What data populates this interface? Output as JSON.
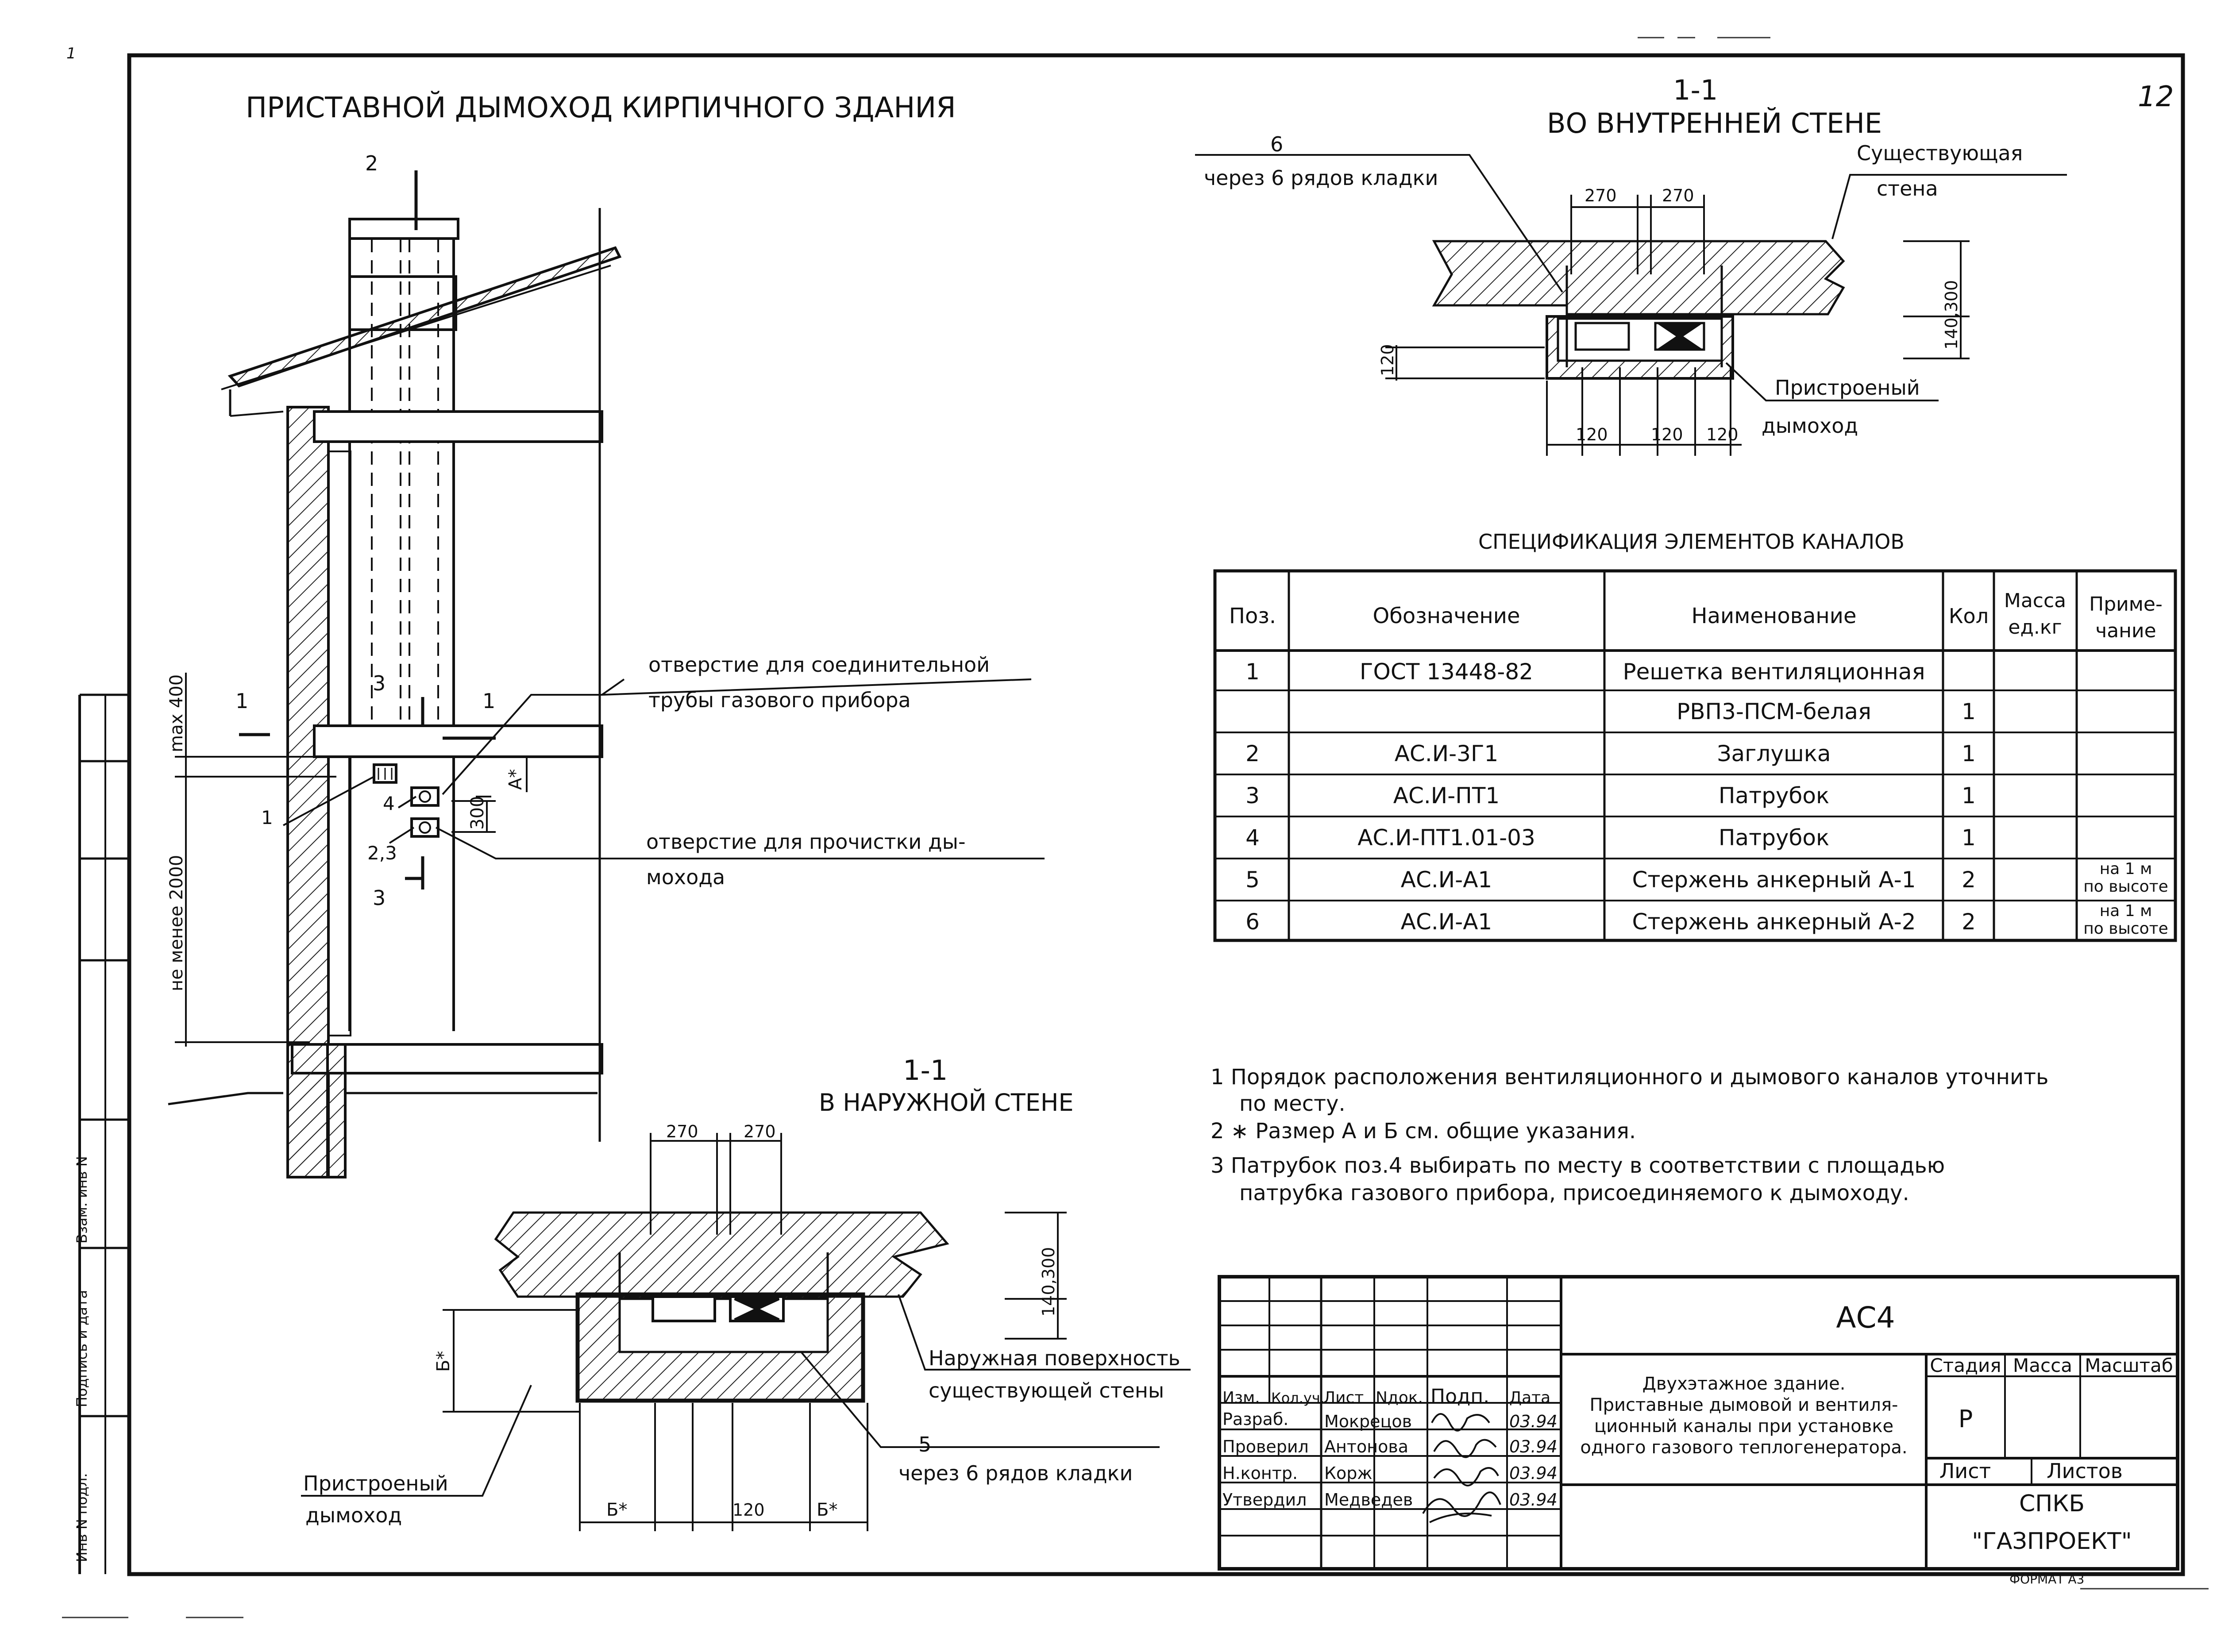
{
  "page_number": "12",
  "corner_mark": "1",
  "main_drawing": {
    "title": "ПРИСТАВНОЙ ДЫМОХОД КИРПИЧНОГО ЗДАНИЯ",
    "cut_2": "2",
    "cut_1_left": "1",
    "cut_1_right": "1",
    "cut_3_top": "3",
    "cut_3_bottom": "3",
    "dim_max": "max 400",
    "dim_min": "не менее 2000",
    "dim_a": "А*",
    "dim_300": "300",
    "callout_1": "1",
    "callout_4": "4",
    "callout_23": "2,3",
    "note_connection_1": "отверстие для соединительной",
    "note_connection_2": "трубы газового прибора",
    "note_cleaning_1": "отверстие для прочистки ды-",
    "note_cleaning_2": "мохода"
  },
  "section_inner": {
    "number": "1-1",
    "title": "ВО ВНУТРЕННЕЙ СТЕНЕ",
    "pos6": "6",
    "pos6_note": "через 6 рядов кладки",
    "existing_wall_1": "Существующая",
    "existing_wall_2": "стена",
    "dim_270a": "270",
    "dim_270b": "270",
    "dim_side": "140,300",
    "dim_120_left": "120",
    "dim_120a": "120",
    "dim_120b": "120",
    "dim_120c": "120",
    "chimney_1": "Пристроеный",
    "chimney_2": "дымоход"
  },
  "section_outer": {
    "number": "1-1",
    "title": "В НАРУЖНОЙ СТЕНЕ",
    "dim_270a": "270",
    "dim_270b": "270",
    "dim_side": "140,300",
    "dim_b": "Б*",
    "dim_b_left": "Б*",
    "dim_120": "120",
    "dim_b_right": "Б*",
    "outer_surface_1": "Наружная поверхность",
    "outer_surface_2": "существующей стены",
    "pos5": "5",
    "pos5_note": "через 6 рядов кладки",
    "chimney_1": "Пристроеный",
    "chimney_2": "дымоход"
  },
  "spec": {
    "title": "СПЕЦИФИКАЦИЯ ЭЛЕМЕНТОВ КАНАЛОВ",
    "headers": {
      "pos": "Поз.",
      "code": "Обозначение",
      "name": "Наименование",
      "qty": "Кол",
      "mass_1": "Масса",
      "mass_2": "ед.кг",
      "note_1": "Приме-",
      "note_2": "чание"
    },
    "rows": [
      {
        "pos": "1",
        "code": "ГОСТ 13448-82",
        "name": "Решетка вентиляционная",
        "qty": "",
        "mass": "",
        "note_1": "",
        "note_2": ""
      },
      {
        "pos": "",
        "code": "",
        "name": "РВП3-ПСМ-белая",
        "qty": "1",
        "mass": "",
        "note_1": "",
        "note_2": ""
      },
      {
        "pos": "2",
        "code": "АС.И-3Г1",
        "name": "Заглушка",
        "qty": "1",
        "mass": "",
        "note_1": "",
        "note_2": ""
      },
      {
        "pos": "3",
        "code": "АС.И-ПТ1",
        "name": "Патрубок",
        "qty": "1",
        "mass": "",
        "note_1": "",
        "note_2": ""
      },
      {
        "pos": "4",
        "code": "АС.И-ПТ1.01-03",
        "name": "Патрубок",
        "qty": "1",
        "mass": "",
        "note_1": "",
        "note_2": ""
      },
      {
        "pos": "5",
        "code": "АС.И-А1",
        "name": "Стержень анкерный А-1",
        "qty": "2",
        "mass": "",
        "note_1": "на 1 м",
        "note_2": "по высоте"
      },
      {
        "pos": "6",
        "code": "АС.И-А1",
        "name": "Стержень анкерный А-2",
        "qty": "2",
        "mass": "",
        "note_1": "на 1 м",
        "note_2": "по высоте"
      }
    ]
  },
  "notes": [
    "1 Порядок расположения вентиляционного и дымового каналов уточнить",
    "по месту.",
    "2 ∗ Размер А и Б см. общие указания.",
    "3 Патрубок поз.4 выбирать по месту в соответствии с площадью",
    "патрубка газового прибора, присоединяемого к дымоходу."
  ],
  "title_block": {
    "code": "АС4",
    "desc_1": "Двухэтажное здание.",
    "desc_2": "Приставные дымовой и вентиля-",
    "desc_3": "ционный каналы при установке",
    "desc_4": "одного газового теплогенератора.",
    "col_izm": "Изм.",
    "col_kol": "Кол.уч.",
    "col_list": "Лист",
    "col_ndok": "Nдок.",
    "col_podp": "Подп.",
    "col_data": "Дата",
    "stage_label": "Стадия",
    "mass_label": "Масса",
    "scale_label": "Масштаб",
    "stage": "Р",
    "sheet_label": "Лист",
    "sheets_label": "Листов",
    "org_1": "СПКБ",
    "org_2": "\"ГАЗПРОЕКТ\"",
    "format": "ФОРМАТ А3",
    "signers": [
      {
        "role": "Разраб.",
        "name": "Мокрецов",
        "date": "03.94"
      },
      {
        "role": "Проверил",
        "name": "Антонова",
        "date": "03.94"
      },
      {
        "role": "Н.контр.",
        "name": "Корж",
        "date": "03.94"
      },
      {
        "role": "Утвердил",
        "name": "Медведев",
        "date": "03.94"
      }
    ]
  },
  "side_stamp": {
    "vzam": "Взам. инв N",
    "podp": "Подпись и дата",
    "inv": "Инв N подл."
  }
}
